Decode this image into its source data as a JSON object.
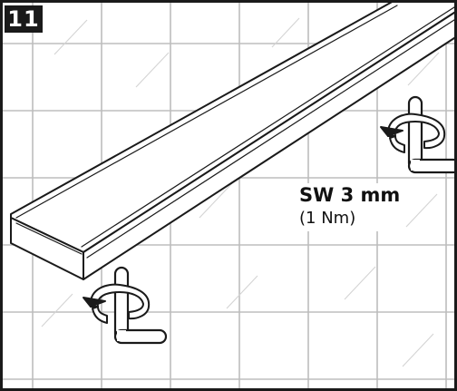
{
  "step": {
    "number": "11"
  },
  "torque": {
    "size": "SW 3 mm",
    "value": "(1 Nm)"
  },
  "icons": {
    "wrench": "hex-key-icon",
    "rotation": "rotation-arrow-icon",
    "tiles": "tile-grid"
  },
  "colors": {
    "background": "#ffffff",
    "lines": "#1a1a1a",
    "tile_joints": "#b9b9b9",
    "badge": "#1a1a1a",
    "badge_text": "#ffffff"
  }
}
